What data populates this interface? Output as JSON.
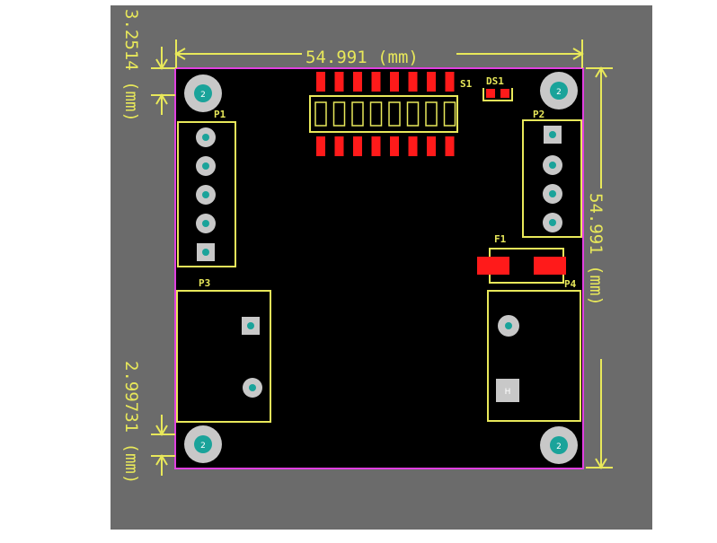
{
  "view": {
    "background_color": "#6b6b6b",
    "board_color": "#000000",
    "outline_color": "#e040e0",
    "silk_color": "#e8e85a",
    "pad_red": "#ff1a1a",
    "hole_ring": "#c8c8c8",
    "hole_center": "#1aa39a"
  },
  "dimensions": {
    "top_width": "54.991 (mm)",
    "right_height": "54.991 (mm)",
    "left_top_offset": "3.2514 (mm)",
    "left_bottom_offset": "2.99731 (mm)"
  },
  "components": {
    "s1_label": "S1",
    "ds1_label": "DS1",
    "p1_label": "P1",
    "p2_label": "P2",
    "p3_label": "P3",
    "p4_label": "P4",
    "f1_label": "F1"
  },
  "holes": {
    "mount_label": "2",
    "p4_pad_label": "H"
  }
}
